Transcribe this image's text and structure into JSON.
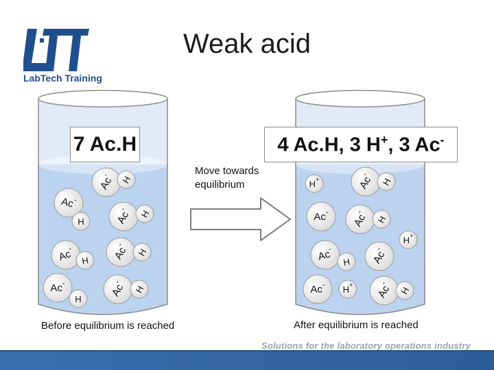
{
  "header": {
    "title": "Weak acid",
    "logo_text": "LabTech Training"
  },
  "left_beaker": {
    "count_label": "7 Ac.H",
    "caption": "Before equilibrium is reached",
    "ac_label": "Ac",
    "ac_minus_label": "Ac-",
    "h_label": "H"
  },
  "arrow": {
    "text_line1": "Move towards",
    "text_line2": "equilibrium"
  },
  "right_beaker": {
    "count_label": "4 Ac.H, 3 H+, 3 Ac-",
    "caption": "After equilibrium is reached",
    "ac_label": "Ac",
    "ac_minus_label": "Ac-",
    "h_label": "H",
    "h_plus_label": "H+"
  },
  "footer": {
    "tagline": "Solutions for the laboratory operations industry"
  },
  "colors": {
    "brand_blue": "#1f4f8c",
    "liquid": "#bcd3f0",
    "liquid_top": "#d6e4f6",
    "beaker_outline": "#8a8a8a",
    "ball_fill": "#f7f7f7",
    "ball_stroke": "#9a9a9a"
  }
}
